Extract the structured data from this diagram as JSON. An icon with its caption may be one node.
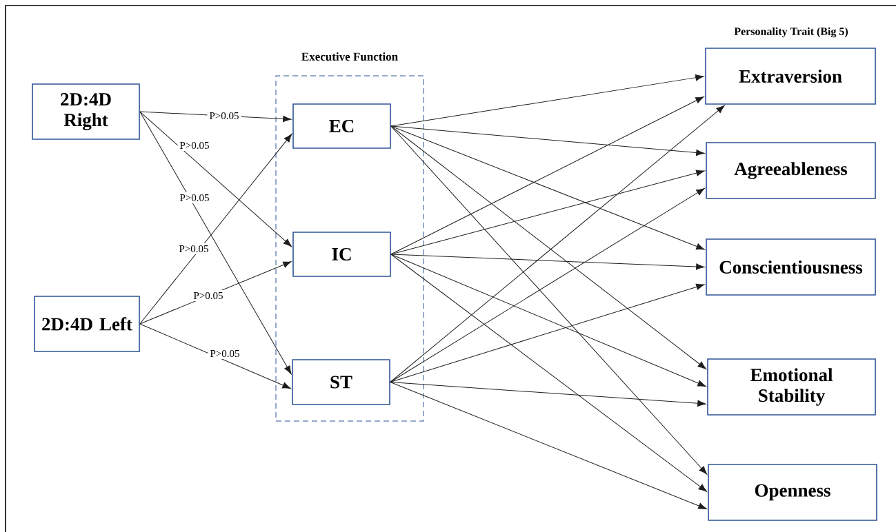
{
  "diagram": {
    "nodes": [
      {
        "text": [
          "2D:4D Right"
        ]
      },
      {
        "text": [
          "2D:4D Left"
        ]
      },
      {
        "text": [
          "Executive Function"
        ]
      },
      {
        "text": [
          "EC"
        ],
        "in": 2
      },
      {
        "text": [
          "IC"
        ],
        "in": 2
      },
      {
        "text": [
          "ST"
        ],
        "in": 2
      },
      {
        "text": [
          "Extraversion"
        ]
      },
      {
        "text": [
          "Agreeableness"
        ]
      },
      {
        "text": [
          "Conscientiousness"
        ]
      },
      {
        "text": [
          "Emotional Stability"
        ]
      },
      {
        "text": [
          "Openness"
        ]
      }
    ],
    "edges": [
      {
        "from": 0,
        "to": 3,
        "arrow": "to",
        "label": "P>0.05"
      },
      {
        "from": 0,
        "to": 4,
        "arrow": "to",
        "label": "P>0.05"
      },
      {
        "from": 0,
        "to": 5,
        "arrow": "to",
        "label": "P>0.05"
      },
      {
        "from": 1,
        "to": 3,
        "arrow": "to",
        "label": "P>0.05"
      },
      {
        "from": 1,
        "to": 4,
        "arrow": "to",
        "label": "P>0.05"
      },
      {
        "from": 1,
        "to": 5,
        "arrow": "to",
        "label": "P>0.05"
      },
      {
        "from": 3,
        "to": 6,
        "arrow": "to"
      },
      {
        "from": 3,
        "to": 7,
        "arrow": "to"
      },
      {
        "from": 3,
        "to": 8,
        "arrow": "to"
      },
      {
        "from": 3,
        "to": 9,
        "arrow": "to"
      },
      {
        "from": 3,
        "to": 10,
        "arrow": "to"
      },
      {
        "from": 4,
        "to": 6,
        "arrow": "to"
      },
      {
        "from": 4,
        "to": 7,
        "arrow": "to"
      },
      {
        "from": 4,
        "to": 8,
        "arrow": "to"
      },
      {
        "from": 4,
        "to": 9,
        "arrow": "to"
      },
      {
        "from": 4,
        "to": 10,
        "arrow": "to"
      },
      {
        "from": 5,
        "to": 6,
        "arrow": "to"
      },
      {
        "from": 5,
        "to": 7,
        "arrow": "to"
      },
      {
        "from": 5,
        "to": 8,
        "arrow": "to"
      },
      {
        "from": 5,
        "to": 9,
        "arrow": "to"
      },
      {
        "from": 5,
        "to": 10,
        "arrow": "to"
      }
    ],
    "labels": [
      "Personality Trait (Big 5)"
    ]
  }
}
